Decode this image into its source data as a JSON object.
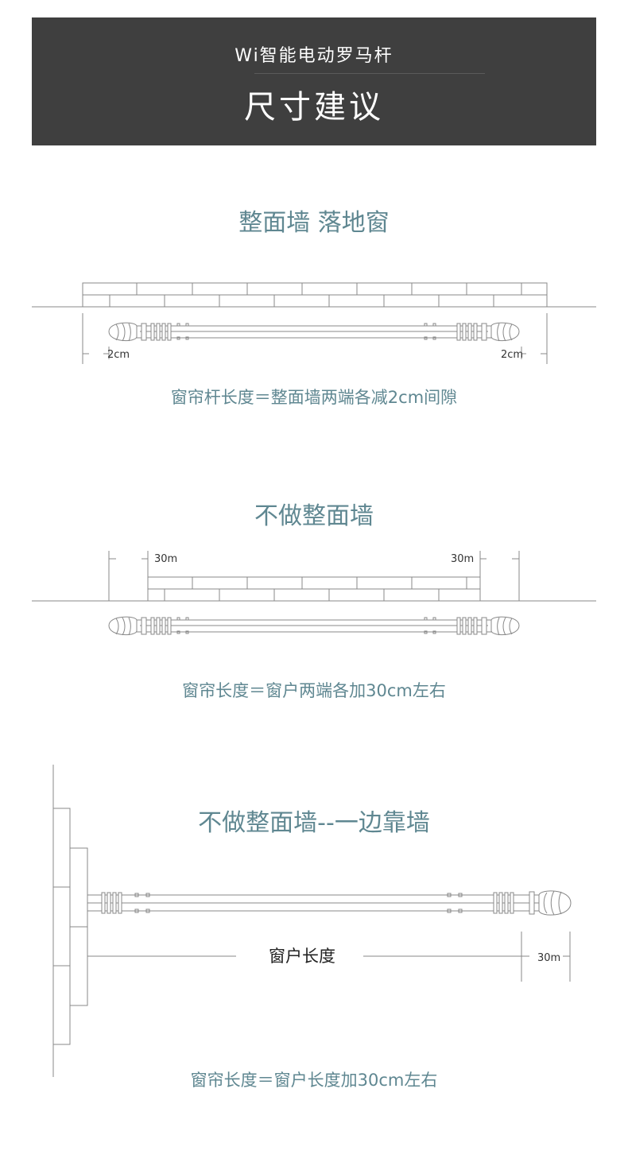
{
  "header": {
    "subtitle": "Wi智能电动罗马杆",
    "title": "尺寸建议"
  },
  "sections": [
    {
      "title": "整面墙 落地窗",
      "dim_left": "2cm",
      "dim_right": "2cm",
      "formula": "窗帘杆长度＝整面墙两端各减2cm间隙"
    },
    {
      "title": "不做整面墙",
      "dim_left": "30m",
      "dim_right": "30m",
      "formula": "窗帘长度＝窗户两端各加30cm左右"
    },
    {
      "title": "不做整面墙--一边靠墙",
      "window_label": "窗户长度",
      "dim_right": "30m",
      "formula": "窗帘长度＝窗户长度加30cm左右"
    }
  ],
  "colors": {
    "banner_bg": "#3f3f3f",
    "accent_text": "#5f8791",
    "line": "#888888"
  }
}
